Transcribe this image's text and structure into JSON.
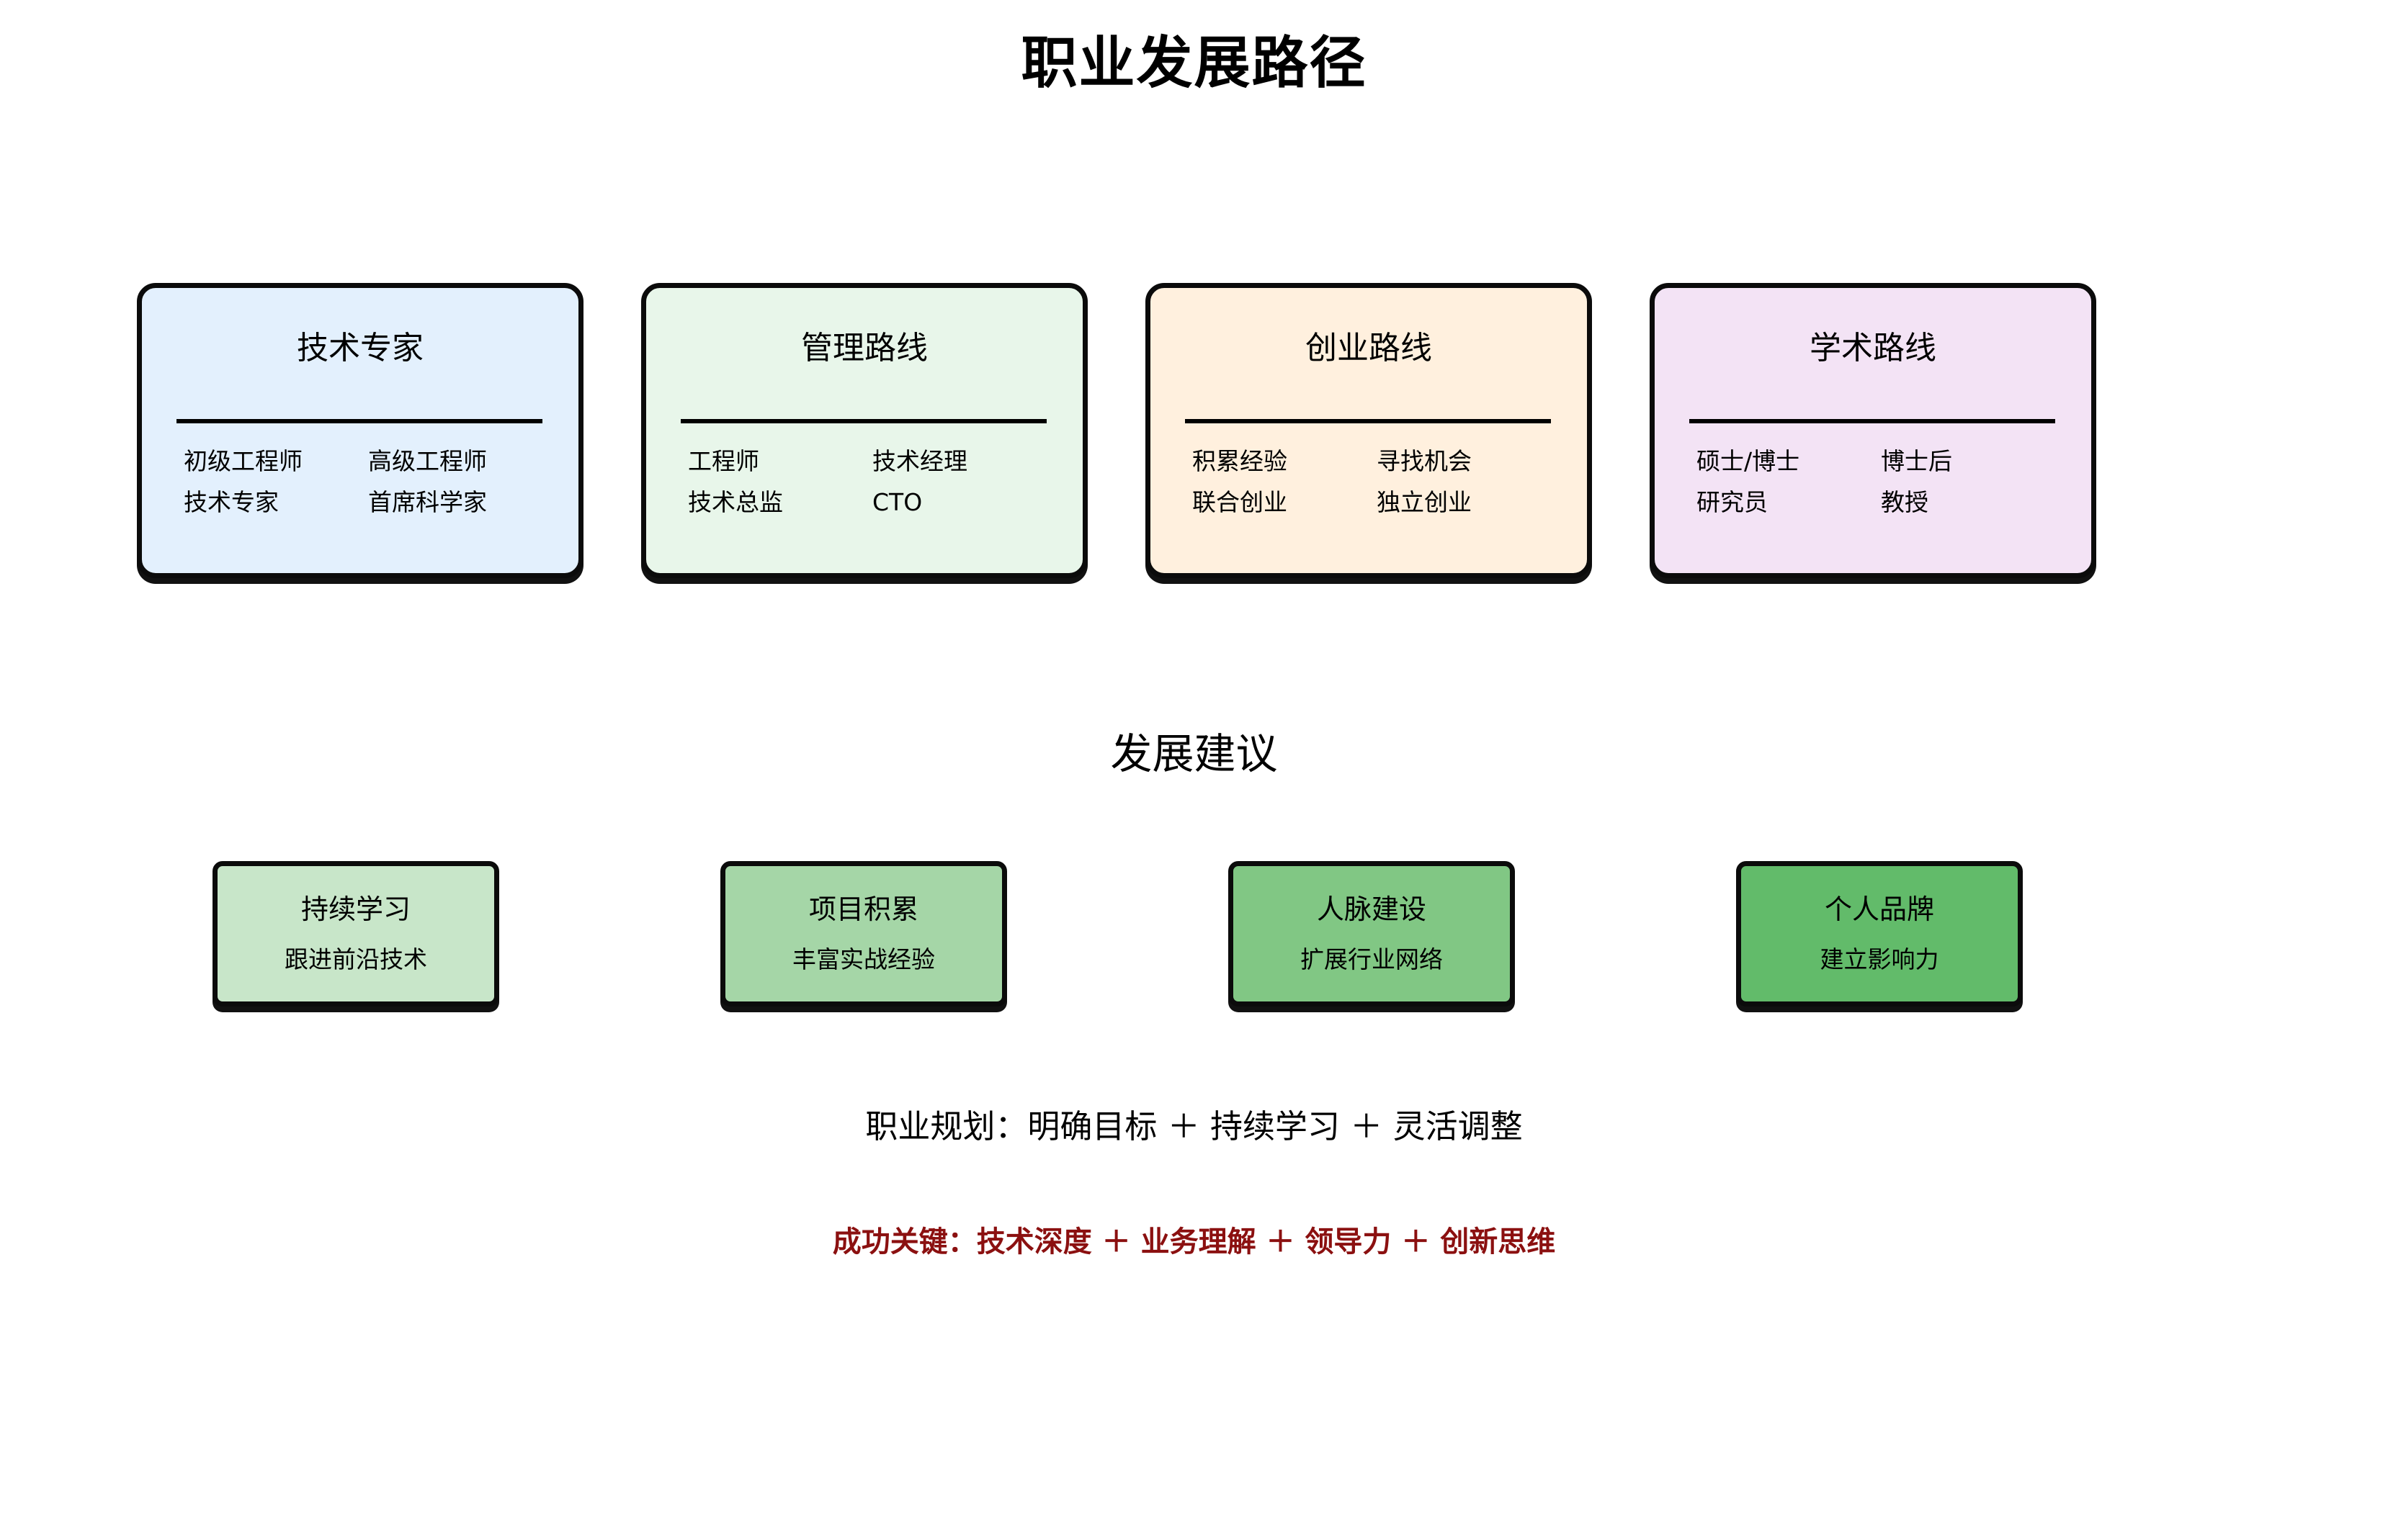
{
  "page": {
    "title": "职业发展路径",
    "advice_heading": "发展建议",
    "background": "#ffffff"
  },
  "paths": [
    {
      "title": "技术专家",
      "color": "#e3f0fd",
      "levels": [
        "初级工程师",
        "高级工程师",
        "技术专家",
        "首席科学家"
      ]
    },
    {
      "title": "管理路线",
      "color": "#e8f6ea",
      "levels": [
        "工程师",
        "技术经理",
        "技术总监",
        "CTO"
      ]
    },
    {
      "title": "创业路线",
      "color": "#fff0de",
      "levels": [
        "积累经验",
        "寻找机会",
        "联合创业",
        "独立创业"
      ]
    },
    {
      "title": "学术路线",
      "color": "#f3e3f5",
      "levels": [
        "硕士/博士",
        "博士后",
        "研究员",
        "教授"
      ]
    }
  ],
  "advice": [
    {
      "title": "持续学习",
      "subtitle": "跟进前沿技术",
      "color": "#c8e6c9"
    },
    {
      "title": "项目积累",
      "subtitle": "丰富实战经验",
      "color": "#a5d6a7"
    },
    {
      "title": "人脉建设",
      "subtitle": "扩展行业网络",
      "color": "#81c784"
    },
    {
      "title": "个人品牌",
      "subtitle": "建立影响力",
      "color": "#62bb6a"
    }
  ],
  "footer": {
    "plan_line": "职业规划：明确目标 ＋ 持续学习 ＋ 灵活调整",
    "key_line": "成功关键：技术深度 ＋ 业务理解 ＋ 领导力 ＋ 创新思维",
    "key_color": "#8b1010"
  }
}
